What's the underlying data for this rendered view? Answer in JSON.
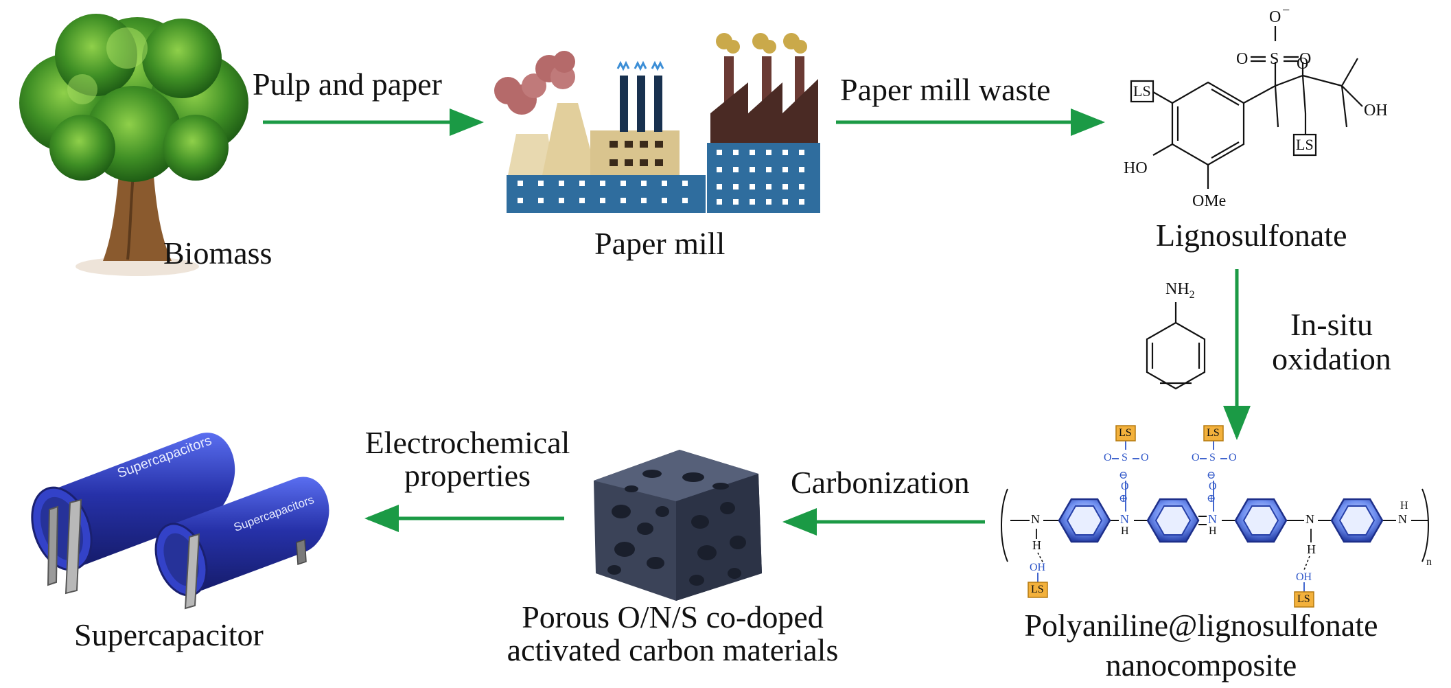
{
  "labels": {
    "biomass": "Biomass",
    "pulp_and_paper": "Pulp and paper",
    "paper_mill": "Paper mill",
    "paper_mill_waste": "Paper mill waste",
    "lignosulfonate": "Lignosulfonate",
    "in_situ_line1": "In-situ",
    "in_situ_line2": "oxidation",
    "pani_line1": "Polyaniline@lignosulfonate",
    "pani_line2": "nanocomposite",
    "carbonization": "Carbonization",
    "carbon_line1": "Porous O/N/S co-doped",
    "carbon_line2": "activated carbon materials",
    "echem_line1": "Electrochemical",
    "echem_line2": "properties",
    "supercapacitor": "Supercapacitor",
    "capacitor_brand": "Supercapacitors"
  },
  "lignosulfonate_structure": {
    "ls_tag": "LS",
    "o_minus": "O",
    "minus_sign": "−",
    "o_left": "O",
    "s": "S",
    "o_right": "O",
    "o_ether": "O",
    "oh": "OH",
    "ho": "HO",
    "ome": "OMe"
  },
  "aniline_structure": {
    "nh2": "NH",
    "subscript": "2"
  },
  "pani_structure": {
    "ls_tag": "LS",
    "n": "N",
    "h": "H",
    "oh": "OH",
    "o": "O",
    "s": "S",
    "plus": "⊕",
    "minus": "⊖",
    "repeat": "n"
  },
  "colors": {
    "arrow": "#1b9a45",
    "factory_blue": "#2f6d9e",
    "factory_tan": "#d9c48e",
    "factory_dark": "#4a2a24",
    "smoke": "#b56a6a",
    "tree_green": "#4f9b2c",
    "trunk": "#8a5a2e",
    "capacitor_blue": "#2631a8",
    "carbon": "#3b4358",
    "pani_ring": "#2e56c8",
    "ls_box": "#f3b13c"
  }
}
